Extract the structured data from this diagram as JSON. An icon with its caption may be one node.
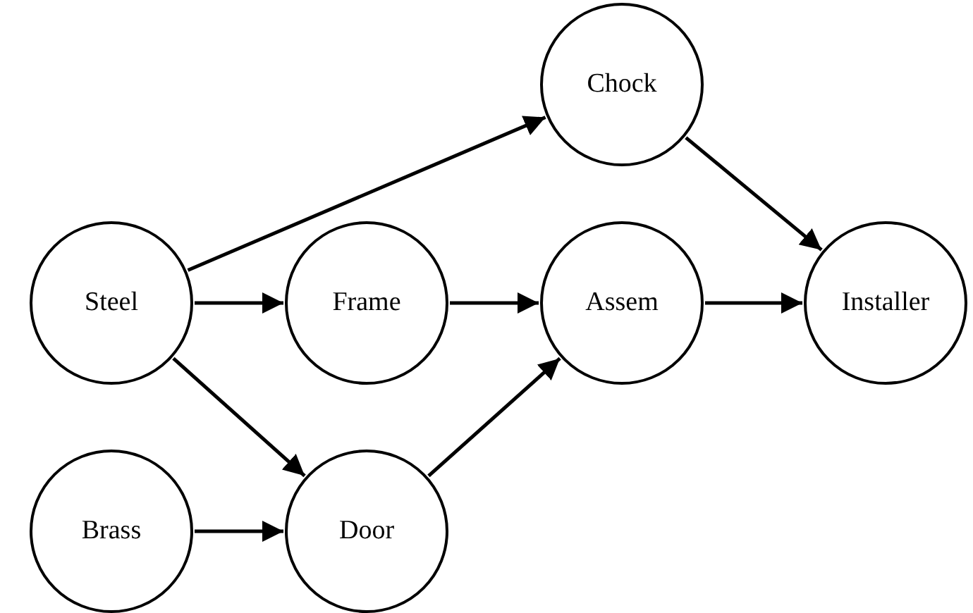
{
  "diagram": {
    "nodes": [
      {
        "text": [
          "Chock"
        ]
      },
      {
        "text": [
          "Steel"
        ]
      },
      {
        "text": [
          "Frame"
        ]
      },
      {
        "text": [
          "Assem"
        ]
      },
      {
        "text": [
          "Installer"
        ]
      },
      {
        "text": [
          "Brass"
        ]
      },
      {
        "text": [
          "Door"
        ]
      }
    ],
    "edges": [
      {
        "from": 1,
        "to": 0,
        "arrow": "to"
      },
      {
        "from": 1,
        "to": 2,
        "arrow": "to"
      },
      {
        "from": 1,
        "to": 6,
        "arrow": "to"
      },
      {
        "from": 5,
        "to": 6,
        "arrow": "to"
      },
      {
        "from": 2,
        "to": 3,
        "arrow": "to"
      },
      {
        "from": 6,
        "to": 3,
        "arrow": "to"
      },
      {
        "from": 3,
        "to": 4,
        "arrow": "to"
      },
      {
        "from": 0,
        "to": 4,
        "arrow": "to"
      }
    ]
  }
}
